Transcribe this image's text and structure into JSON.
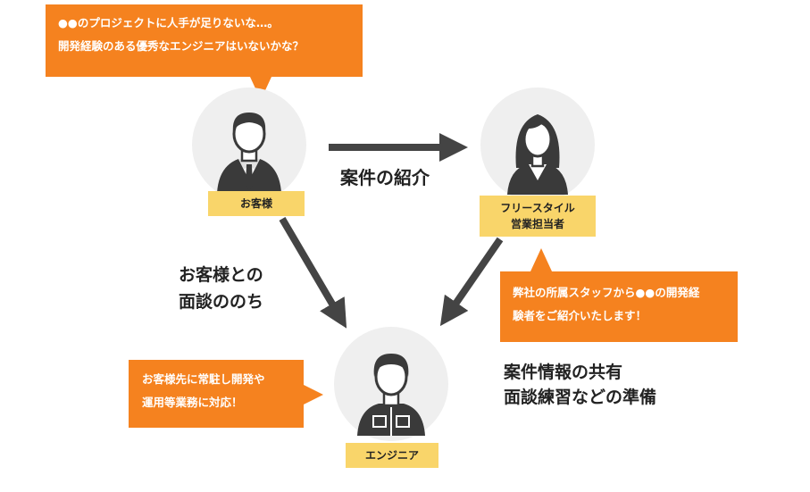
{
  "client_bubble": {
    "line1": "●●のプロジェクトに人手が足りないな…。",
    "line2": "開発経験のある優秀なエンジニアはいないかな？"
  },
  "client": {
    "role_label": "お客様"
  },
  "sales": {
    "role_line1": "フリースタイル",
    "role_line2": "営業担当者"
  },
  "engineer": {
    "role_label": "エンジニア"
  },
  "sales_bubble": {
    "line1": "弊社の所属スタッフから●●の開発経",
    "line2": "験者をご紹介いたします！"
  },
  "engineer_bubble": {
    "line1": "お客様先に常駐し開発や",
    "line2": "運用等業務に対応！"
  },
  "arrows": {
    "client_to_sales": "案件の紹介",
    "client_to_engineer_line1": "お客様との",
    "client_to_engineer_line2": "面談ののち",
    "sales_to_engineer_line1": "案件情報の共有",
    "sales_to_engineer_line2": "面談練習などの準備"
  },
  "colors": {
    "bubble": "#f5821f",
    "role_tag": "#f9d56a",
    "arrow": "#444444",
    "avatar_bg": "#efefef"
  }
}
